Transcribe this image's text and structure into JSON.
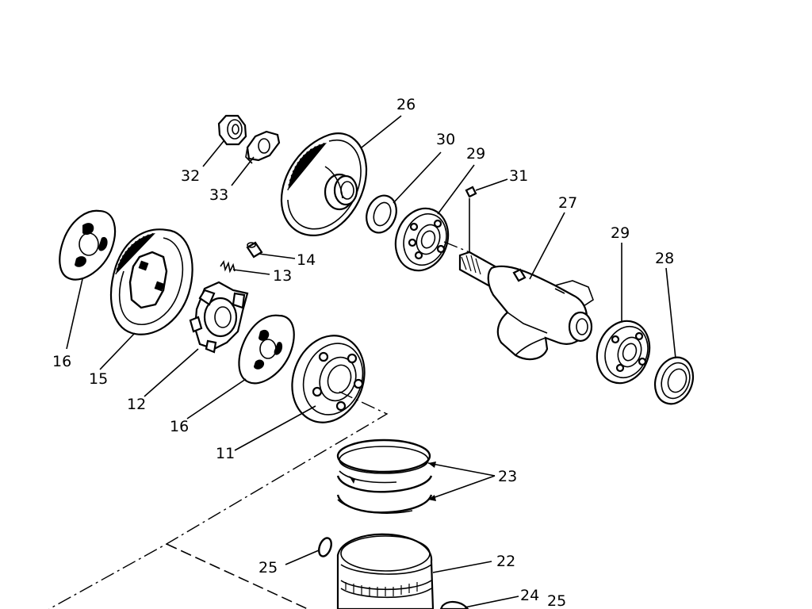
{
  "labels": {
    "l26": "26",
    "l30": "30",
    "l29a": "29",
    "l31": "31",
    "l27": "27",
    "l32": "32",
    "l33": "33",
    "l14": "14",
    "l13": "13",
    "l29b": "29",
    "l28": "28",
    "l16a": "16",
    "l15": "15",
    "l12": "12",
    "l16b": "16",
    "l11": "11",
    "l23": "23",
    "l22": "22",
    "l25a": "25",
    "l24": "24",
    "l25b": "25"
  }
}
